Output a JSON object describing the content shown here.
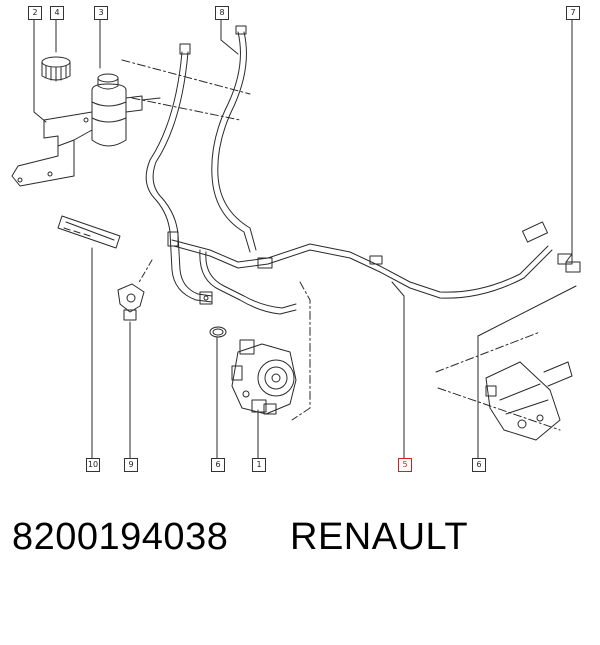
{
  "callouts": {
    "top": [
      "2",
      "4",
      "3",
      "8",
      "7"
    ],
    "bottom": [
      "10",
      "9",
      "6",
      "1",
      "5",
      "6"
    ],
    "highlighted": "5",
    "highlight_color": "#d22020"
  },
  "caption": {
    "part_number": "8200194038",
    "brand": "RENAULT"
  },
  "colors": {
    "line": "#2a2a2a",
    "background": "#ffffff"
  }
}
